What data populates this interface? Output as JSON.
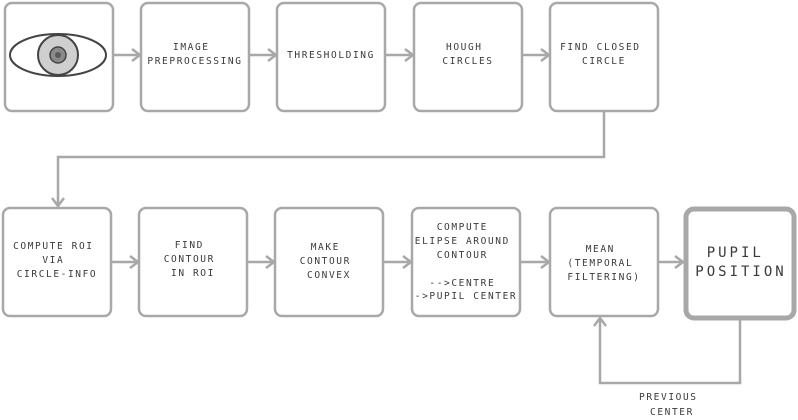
{
  "steps": {
    "input_eye": {
      "icon": "eye-icon"
    },
    "image_preprocessing": {
      "lines": [
        "IMAGE",
        "PREPROCESSING"
      ]
    },
    "thresholding": {
      "lines": [
        "THRESHOLDING"
      ]
    },
    "hough_circles": {
      "lines": [
        "HOUGH",
        "CIRCLES"
      ]
    },
    "find_closed_circle": {
      "lines": [
        "FIND CLOSED",
        "CIRCLE"
      ]
    },
    "compute_roi": {
      "lines": [
        "COMPUTE ROI",
        "VIA",
        "CIRCLE-INFO"
      ]
    },
    "find_contour": {
      "lines": [
        "FIND",
        "CONTOUR",
        "IN ROI"
      ]
    },
    "make_convex": {
      "lines": [
        "MAKE",
        "CONTOUR",
        "CONVEX"
      ]
    },
    "compute_ellipse": {
      "lines": [
        "COMPUTE",
        "ELIPSE AROUND",
        "CONTOUR",
        "",
        "-->CENTRE",
        "->PUPIL CENTER"
      ]
    },
    "mean_filter": {
      "lines": [
        "MEAN",
        "(TEMPORAL",
        "FILTERING)"
      ]
    },
    "pupil_position": {
      "lines": [
        "PUPIL",
        "POSITION"
      ]
    }
  },
  "feedback_label": {
    "lines": [
      "PREVIOUS",
      "CENTER"
    ]
  },
  "colors": {
    "stroke": "#a8a8a8",
    "text": "#3a3a3a",
    "pupil": "#8a8a8a",
    "eye_outline": "#444444"
  }
}
